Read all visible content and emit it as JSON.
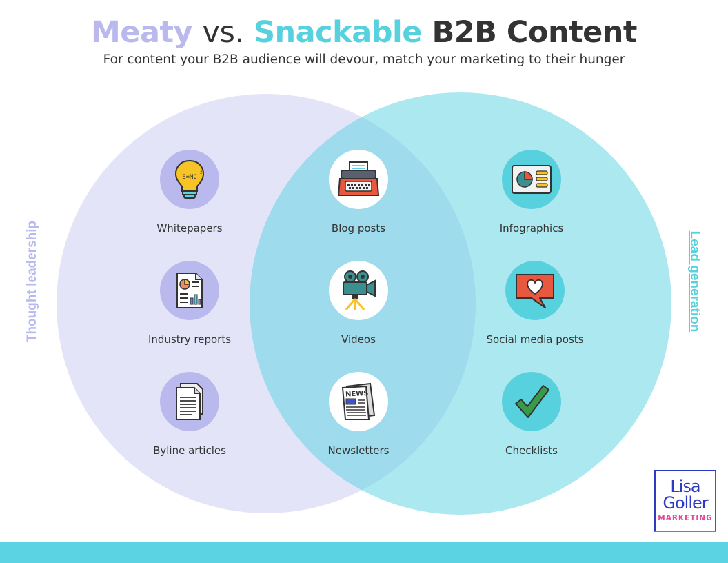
{
  "title": {
    "part1": "Meaty",
    "part2": "vs.",
    "part3": "Snackable",
    "part4": "B2B Content"
  },
  "subtitle": "For content your B2B audience will devour, match your marketing to their hunger",
  "colors": {
    "meaty": "#b9b9ee",
    "snackable": "#58d1df",
    "text": "#333333",
    "footer": "#5bd3e3"
  },
  "left_axis_label": "Thought leadership",
  "right_axis_label": "Lead generation",
  "items": {
    "meaty": [
      {
        "label": "Whitepapers",
        "icon": "lightbulb-icon"
      },
      {
        "label": "Industry reports",
        "icon": "report-icon"
      },
      {
        "label": "Byline articles",
        "icon": "documents-icon"
      }
    ],
    "overlap": [
      {
        "label": "Blog posts",
        "icon": "typewriter-icon"
      },
      {
        "label": "Videos",
        "icon": "video-camera-icon"
      },
      {
        "label": "Newsletters",
        "icon": "newspaper-icon"
      }
    ],
    "snackable": [
      {
        "label": "Infographics",
        "icon": "infographic-icon"
      },
      {
        "label": "Social media posts",
        "icon": "speech-bubble-heart-icon"
      },
      {
        "label": "Checklists",
        "icon": "checkmark-icon"
      }
    ]
  },
  "logo": {
    "line1": "Lisa",
    "line2": "Goller",
    "line3": "MARKETING"
  }
}
